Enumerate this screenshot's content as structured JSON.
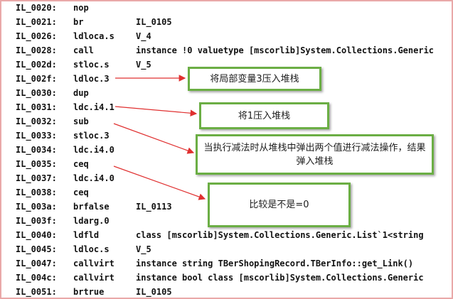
{
  "listing": [
    {
      "addr": "IL_0020:",
      "op": "nop",
      "arg": ""
    },
    {
      "addr": "IL_0021:",
      "op": "br",
      "arg": "IL_0105"
    },
    {
      "addr": "IL_0026:",
      "op": "ldloca.s",
      "arg": "V_4"
    },
    {
      "addr": "IL_0028:",
      "op": "call",
      "arg": "instance !0 valuetype [mscorlib]System.Collections.Generic"
    },
    {
      "addr": "IL_002d:",
      "op": "stloc.s",
      "arg": "V_5"
    },
    {
      "addr": "IL_002f:",
      "op": "ldloc.3",
      "arg": ""
    },
    {
      "addr": "IL_0030:",
      "op": "dup",
      "arg": ""
    },
    {
      "addr": "IL_0031:",
      "op": "ldc.i4.1",
      "arg": ""
    },
    {
      "addr": "IL_0032:",
      "op": "sub",
      "arg": ""
    },
    {
      "addr": "IL_0033:",
      "op": "stloc.3",
      "arg": ""
    },
    {
      "addr": "IL_0034:",
      "op": "ldc.i4.0",
      "arg": ""
    },
    {
      "addr": "IL_0035:",
      "op": "ceq",
      "arg": ""
    },
    {
      "addr": "IL_0037:",
      "op": "ldc.i4.0",
      "arg": ""
    },
    {
      "addr": "IL_0038:",
      "op": "ceq",
      "arg": ""
    },
    {
      "addr": "IL_003a:",
      "op": "brfalse",
      "arg": "IL_0113"
    },
    {
      "addr": "IL_003f:",
      "op": "ldarg.0",
      "arg": ""
    },
    {
      "addr": "IL_0040:",
      "op": "ldfld",
      "arg": "class [mscorlib]System.Collections.Generic.List`1<string"
    },
    {
      "addr": "IL_0045:",
      "op": "ldloc.s",
      "arg": "V_5"
    },
    {
      "addr": "IL_0047:",
      "op": "callvirt",
      "arg": "instance string TBerShopingRecord.TBerInfo::get_Link()"
    },
    {
      "addr": "IL_004c:",
      "op": "callvirt",
      "arg": "instance bool class [mscorlib]System.Collections.Generic"
    },
    {
      "addr": "IL_0051:",
      "op": "brtrue",
      "arg": "IL_0105"
    }
  ],
  "callouts": {
    "push_local3": "将局部变量3压入堆栈",
    "push_1": "将1压入堆栈",
    "sub_note": "当执行减法时从堆栈中弹出两个值进行减法操作，结果弹入堆栈",
    "compare_zero": "比较是不是=0"
  },
  "colors": {
    "callout_border": "#6bae44",
    "arrow": "#e03030",
    "frame_border": "#e9a8a8"
  }
}
